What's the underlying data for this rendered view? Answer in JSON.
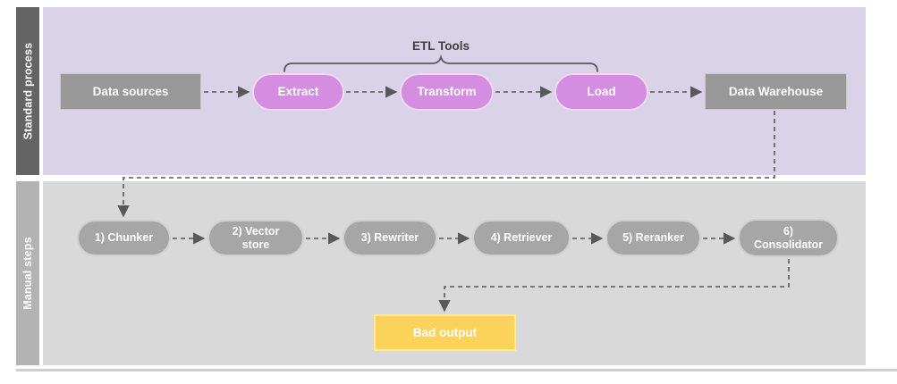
{
  "lanes": [
    {
      "id": "standard-process",
      "label": "Standard process"
    },
    {
      "id": "manual-steps",
      "label": "Manual steps"
    }
  ],
  "annotation": {
    "label": "ETL Tools",
    "spans": [
      "Extract",
      "Transform",
      "Load"
    ]
  },
  "nodes": {
    "data_sources": {
      "label": "Data sources",
      "shape": "rectangle",
      "color": "#989898"
    },
    "extract": {
      "label": "Extract",
      "shape": "pill",
      "color": "#d48de0"
    },
    "transform": {
      "label": "Transform",
      "shape": "pill",
      "color": "#d48de0"
    },
    "load": {
      "label": "Load",
      "shape": "pill",
      "color": "#d48de0"
    },
    "data_warehouse": {
      "label": "Data Warehouse",
      "shape": "rectangle",
      "color": "#989898"
    },
    "chunker": {
      "label": "1) Chunker",
      "shape": "pill",
      "color": "#a6a6a6"
    },
    "vector_store": {
      "label": "2) Vector store",
      "shape": "pill",
      "color": "#a6a6a6"
    },
    "rewriter": {
      "label": "3) Rewriter",
      "shape": "pill",
      "color": "#a6a6a6"
    },
    "retriever": {
      "label": "4) Retriever",
      "shape": "pill",
      "color": "#a6a6a6"
    },
    "reranker": {
      "label": "5) Reranker",
      "shape": "pill",
      "color": "#a6a6a6"
    },
    "consolidator": {
      "label": "6) Consolidator",
      "shape": "pill",
      "color": "#a6a6a6"
    },
    "bad_output": {
      "label": "Bad output",
      "shape": "rectangle",
      "color": "#fbd35a"
    }
  },
  "edges": [
    {
      "from": "Data sources",
      "to": "Extract",
      "style": "dashed-arrow"
    },
    {
      "from": "Extract",
      "to": "Transform",
      "style": "dashed-arrow"
    },
    {
      "from": "Transform",
      "to": "Load",
      "style": "dashed-arrow"
    },
    {
      "from": "Load",
      "to": "Data Warehouse",
      "style": "dashed-arrow"
    },
    {
      "from": "Data Warehouse",
      "to": "1) Chunker",
      "style": "dashed-arrow-elbow"
    },
    {
      "from": "1) Chunker",
      "to": "2) Vector store",
      "style": "dashed-arrow"
    },
    {
      "from": "2) Vector store",
      "to": "3) Rewriter",
      "style": "dashed-arrow"
    },
    {
      "from": "3) Rewriter",
      "to": "4) Retriever",
      "style": "dashed-arrow"
    },
    {
      "from": "4) Retriever",
      "to": "5) Reranker",
      "style": "dashed-arrow"
    },
    {
      "from": "5) Reranker",
      "to": "6) Consolidator",
      "style": "dashed-arrow"
    },
    {
      "from": "6) Consolidator",
      "to": "Bad output",
      "style": "dashed-arrow-elbow"
    }
  ],
  "colors": {
    "lane_standard_bg": "#d9d2e9",
    "lane_standard_bar": "#646464",
    "lane_manual_bg": "#d9d9d9",
    "lane_manual_bar": "#b3b3b3",
    "process_pill": "#d48de0",
    "gray_node": "#989898",
    "manual_pill": "#a6a6a6",
    "bad_output_fill": "#fbd35a",
    "connector": "#595959",
    "node_text": "#ffffff",
    "annotation_text": "#3f3f3f"
  }
}
